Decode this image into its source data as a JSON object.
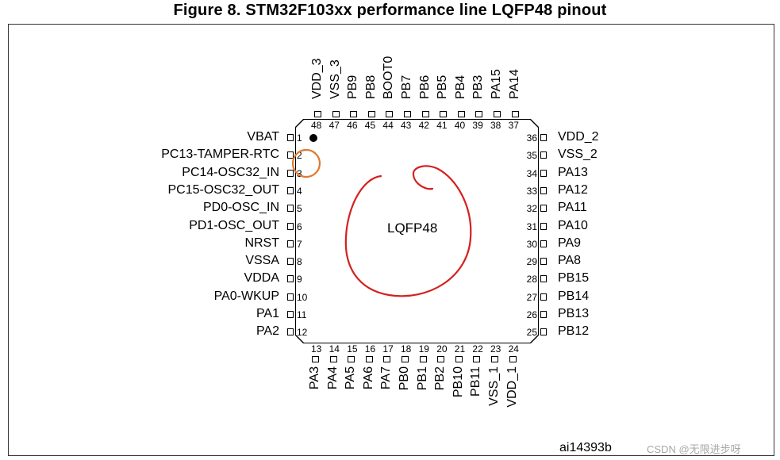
{
  "title": "Figure 8. STM32F103xx performance line LQFP48 pinout",
  "package_label": "LQFP48",
  "figure_id": "ai14393b",
  "watermark": "CSDN @无限进步呀",
  "pins": {
    "left": [
      {
        "num": "1",
        "name": "VBAT"
      },
      {
        "num": "2",
        "name": "PC13-TAMPER-RTC"
      },
      {
        "num": "3",
        "name": "PC14-OSC32_IN"
      },
      {
        "num": "4",
        "name": "PC15-OSC32_OUT"
      },
      {
        "num": "5",
        "name": "PD0-OSC_IN"
      },
      {
        "num": "6",
        "name": "PD1-OSC_OUT"
      },
      {
        "num": "7",
        "name": "NRST"
      },
      {
        "num": "8",
        "name": "VSSA"
      },
      {
        "num": "9",
        "name": "VDDA"
      },
      {
        "num": "10",
        "name": "PA0-WKUP"
      },
      {
        "num": "11",
        "name": "PA1"
      },
      {
        "num": "12",
        "name": "PA2"
      }
    ],
    "bottom": [
      {
        "num": "13",
        "name": "PA3"
      },
      {
        "num": "14",
        "name": "PA4"
      },
      {
        "num": "15",
        "name": "PA5"
      },
      {
        "num": "16",
        "name": "PA6"
      },
      {
        "num": "17",
        "name": "PA7"
      },
      {
        "num": "18",
        "name": "PB0"
      },
      {
        "num": "19",
        "name": "PB1"
      },
      {
        "num": "20",
        "name": "PB2"
      },
      {
        "num": "21",
        "name": "PB10"
      },
      {
        "num": "22",
        "name": "PB11"
      },
      {
        "num": "23",
        "name": "VSS_1"
      },
      {
        "num": "24",
        "name": "VDD_1"
      }
    ],
    "right": [
      {
        "num": "36",
        "name": "VDD_2"
      },
      {
        "num": "35",
        "name": "VSS_2"
      },
      {
        "num": "34",
        "name": "PA13"
      },
      {
        "num": "33",
        "name": "PA12"
      },
      {
        "num": "32",
        "name": "PA11"
      },
      {
        "num": "31",
        "name": "PA10"
      },
      {
        "num": "30",
        "name": "PA9"
      },
      {
        "num": "29",
        "name": "PA8"
      },
      {
        "num": "28",
        "name": "PB15"
      },
      {
        "num": "27",
        "name": "PB14"
      },
      {
        "num": "26",
        "name": "PB13"
      },
      {
        "num": "25",
        "name": "PB12"
      }
    ],
    "top": [
      {
        "num": "48",
        "name": "VDD_3"
      },
      {
        "num": "47",
        "name": "VSS_3"
      },
      {
        "num": "46",
        "name": "PB9"
      },
      {
        "num": "45",
        "name": "PB8"
      },
      {
        "num": "44",
        "name": "BOOT0"
      },
      {
        "num": "43",
        "name": "PB7"
      },
      {
        "num": "42",
        "name": "PB6"
      },
      {
        "num": "41",
        "name": "PB5"
      },
      {
        "num": "40",
        "name": "PB4"
      },
      {
        "num": "39",
        "name": "PB3"
      },
      {
        "num": "38",
        "name": "PA15"
      },
      {
        "num": "37",
        "name": "PA14"
      }
    ]
  },
  "annotation_colors": {
    "red_scribble": "#d42020",
    "orange_circle": "#e07830"
  }
}
